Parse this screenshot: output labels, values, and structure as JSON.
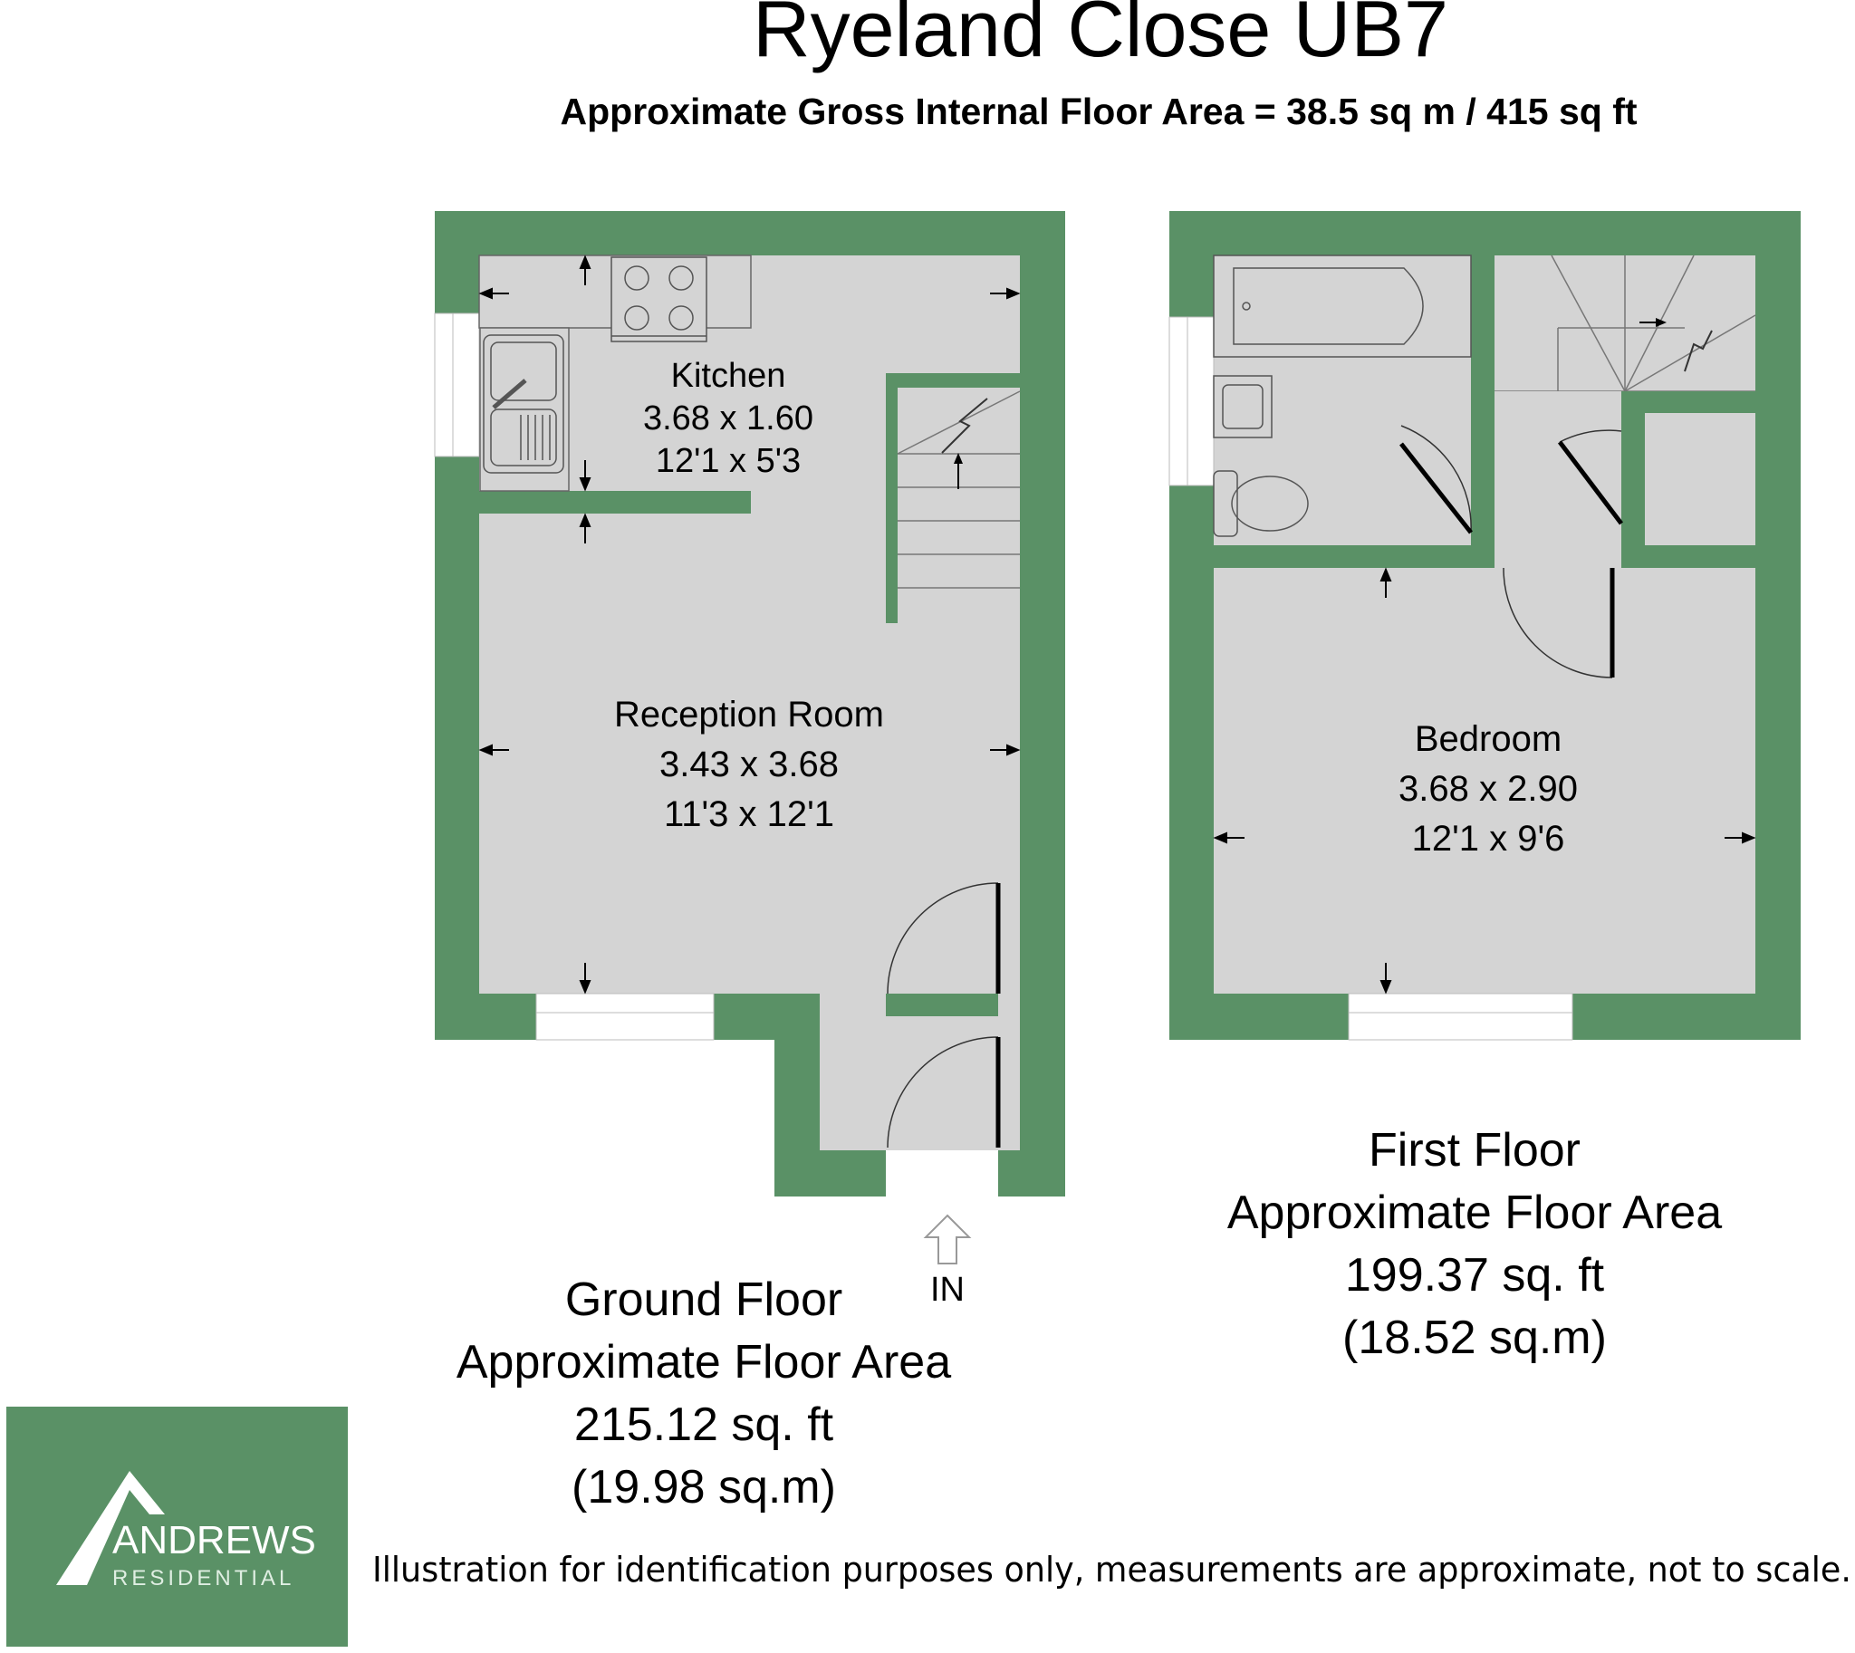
{
  "header": {
    "title": "Ryeland Close UB7",
    "subtitle": "Approximate Gross Internal Floor Area = 38.5 sq m / 415 sq ft"
  },
  "colors": {
    "wall": "#5a9166",
    "floor": "#d4d4d4",
    "logo_bg": "#5a9166"
  },
  "ground_floor": {
    "kitchen": {
      "name": "Kitchen",
      "metric": "3.68 x 1.60",
      "imperial": "12'1 x 5'3"
    },
    "reception": {
      "name": "Reception Room",
      "metric": "3.43 x 3.68",
      "imperial": "11'3 x 12'1"
    },
    "entrance_label": "IN",
    "area": {
      "floor_name": "Ground Floor",
      "caption": "Approximate Floor Area",
      "sqft": "215.12 sq. ft",
      "sqm": "(19.98 sq.m)"
    }
  },
  "first_floor": {
    "bedroom": {
      "name": "Bedroom",
      "metric": "3.68 x 2.90",
      "imperial": "12'1 x 9'6"
    },
    "area": {
      "floor_name": "First Floor",
      "caption": "Approximate Floor Area",
      "sqft": "199.37 sq. ft",
      "sqm": "(18.52 sq.m)"
    }
  },
  "logo": {
    "brand": "ANDREWS",
    "tagline": "RESIDENTIAL"
  },
  "footer": {
    "disclaimer": "Illustration for identification purposes only, measurements are approximate, not to scale."
  }
}
